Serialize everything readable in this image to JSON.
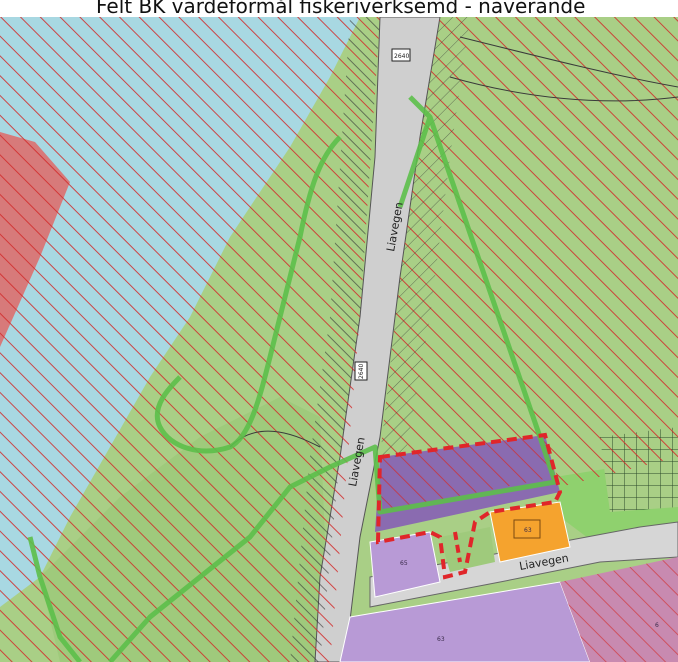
{
  "map": {
    "caption": "Felt BK vardeformål fiskeriverksemd - naverande",
    "roads": [
      {
        "name": "Liavegen"
      },
      {
        "name": "Liavegen"
      },
      {
        "name": "Liavegen"
      }
    ],
    "road_number_boxes": [
      "2640",
      "2640"
    ],
    "lot_numbers": [
      "65",
      "63",
      "63",
      "6"
    ],
    "colors": {
      "water": "#a8d8e2",
      "agriculture_green": "#a9cf86",
      "road_grey": "#cfcfcf",
      "residential_purple": "#b89ad6",
      "dark_purple": "#8a6bb0",
      "orange_business": "#f5a32e",
      "pink_zone": "#c88ab0",
      "red_zone": "#d77a7a",
      "red_hatch": "#d22b2b",
      "plan_boundary_green": "#5cbf4a",
      "bright_green": "#8fd16e"
    }
  }
}
